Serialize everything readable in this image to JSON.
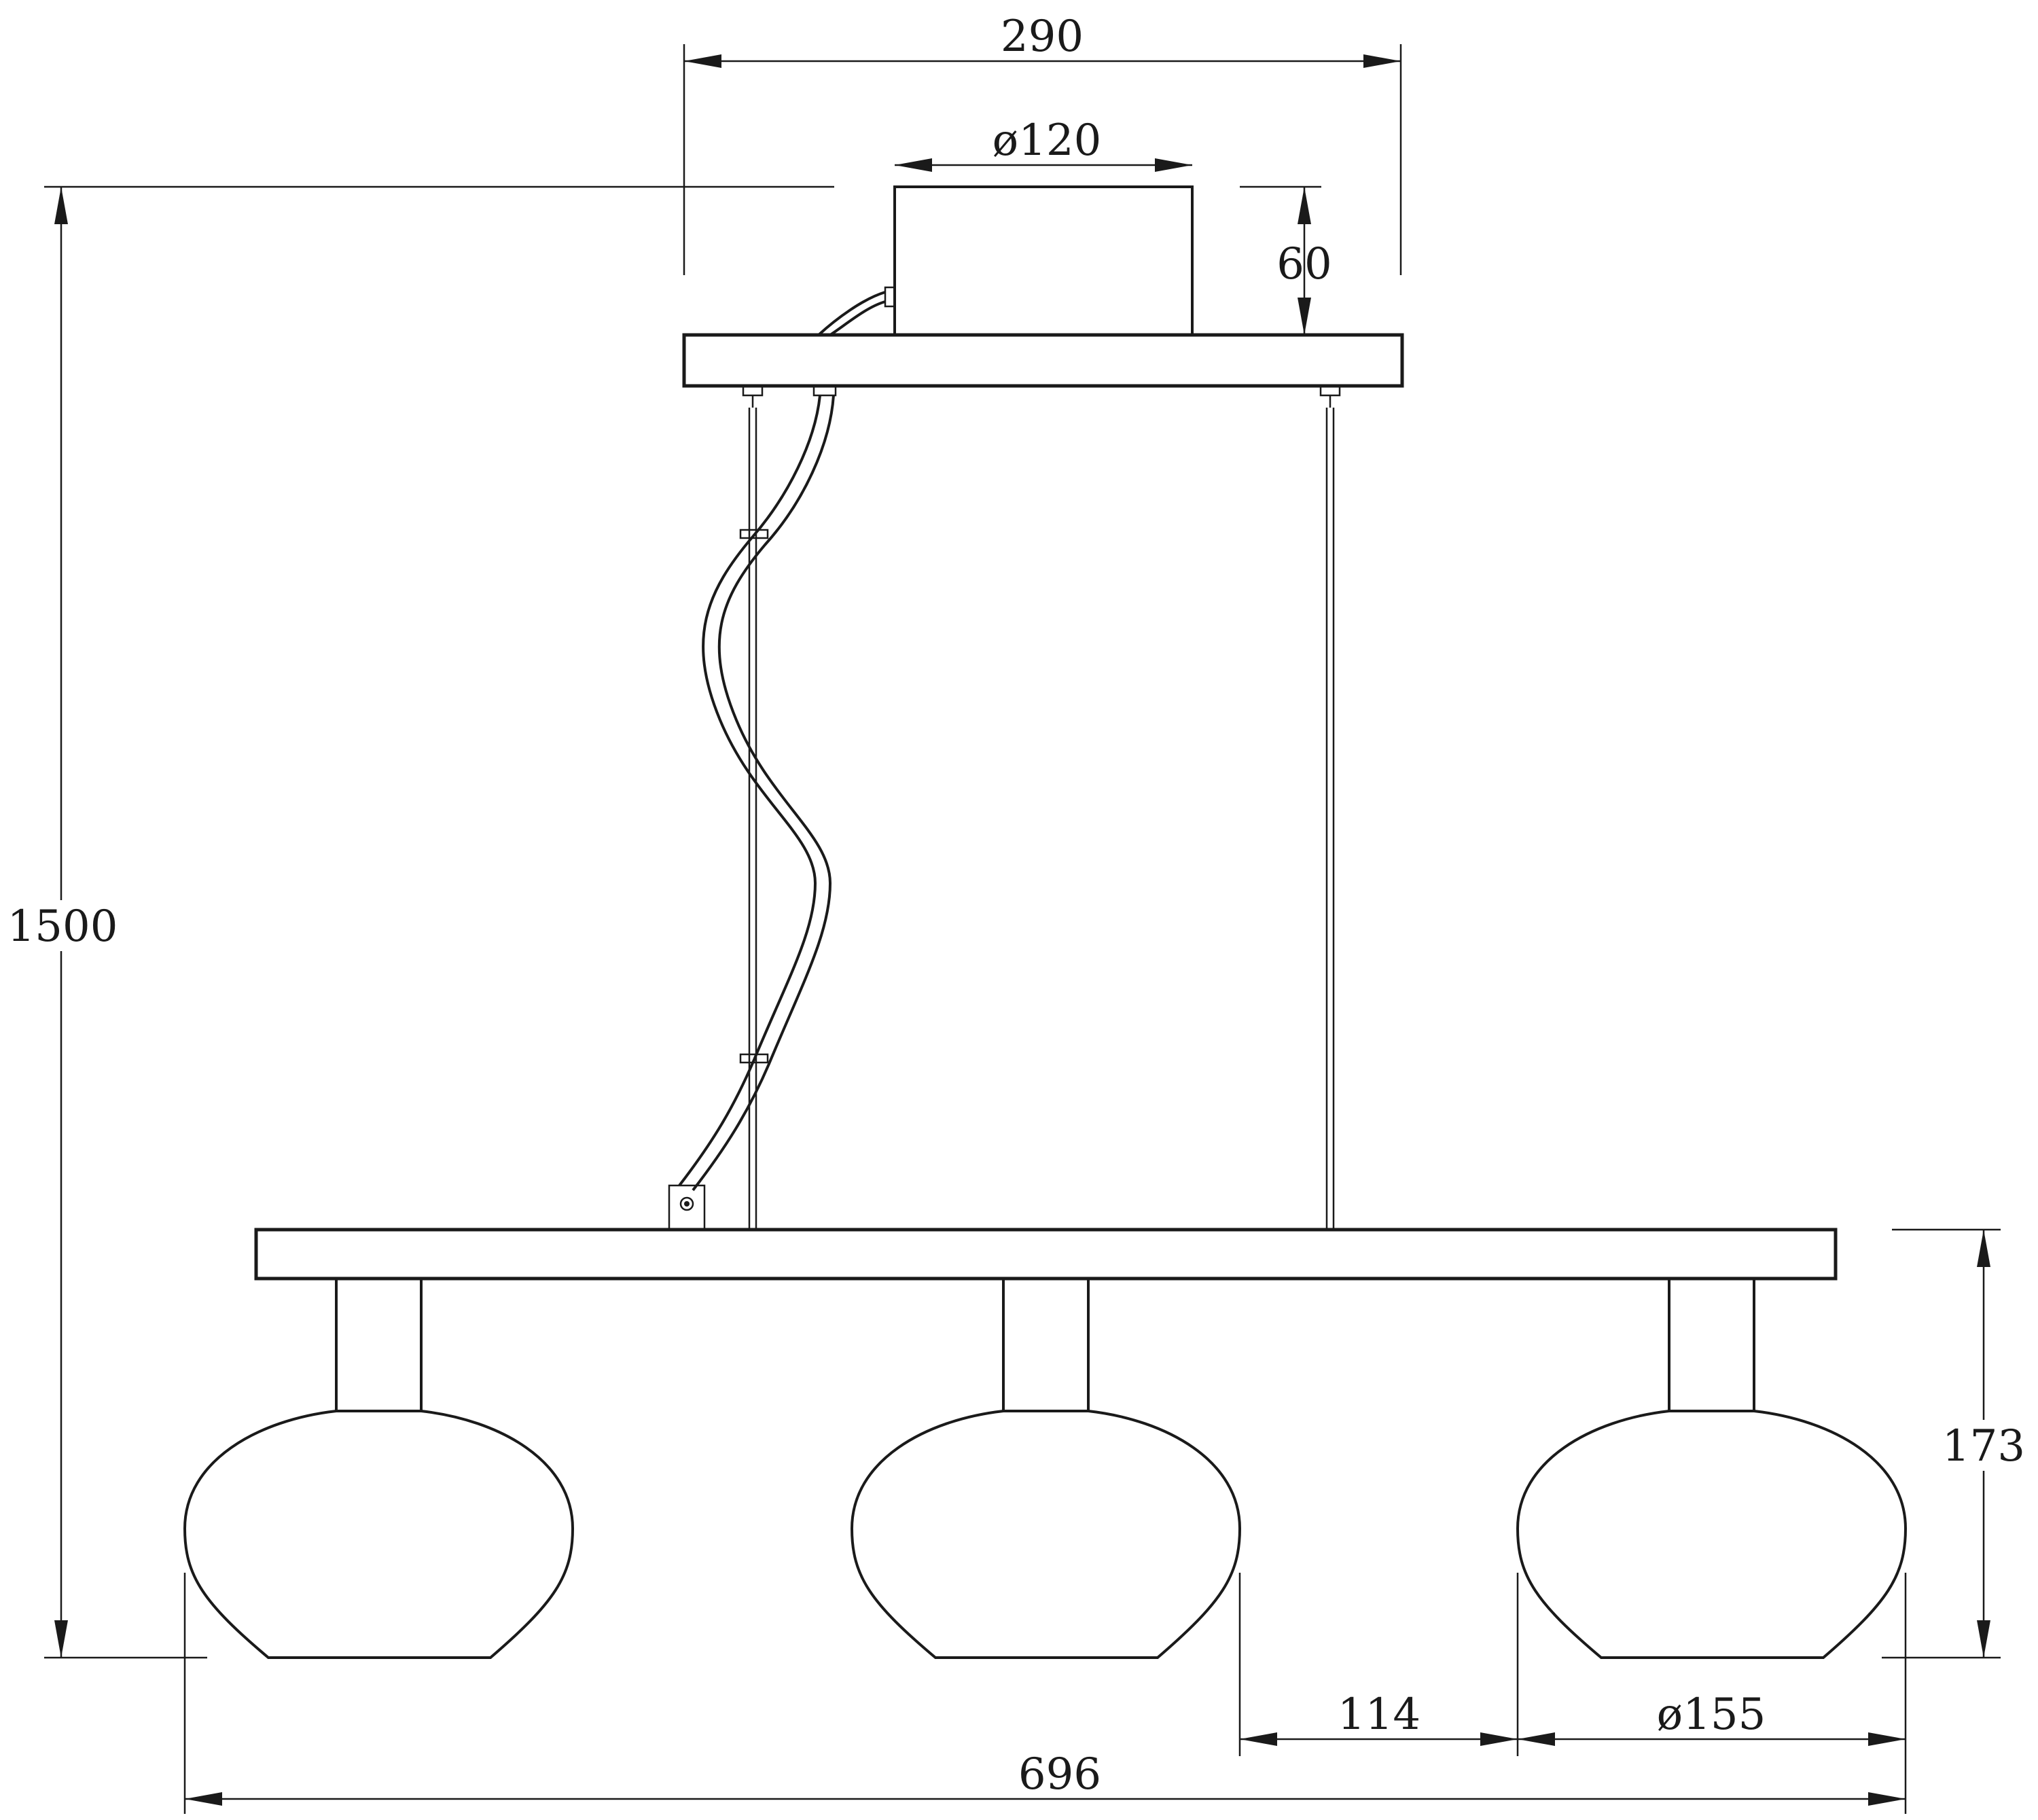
{
  "drawing": {
    "line_color": "#1a1a1a",
    "background": "#ffffff",
    "dimensions": {
      "canopy_plate_width": "290",
      "canopy_diameter": "ø120",
      "canopy_height": "60",
      "overall_height": "1500",
      "shade_height": "173",
      "shade_gap": "114",
      "shade_diameter": "ø155",
      "overall_width": "696"
    }
  }
}
